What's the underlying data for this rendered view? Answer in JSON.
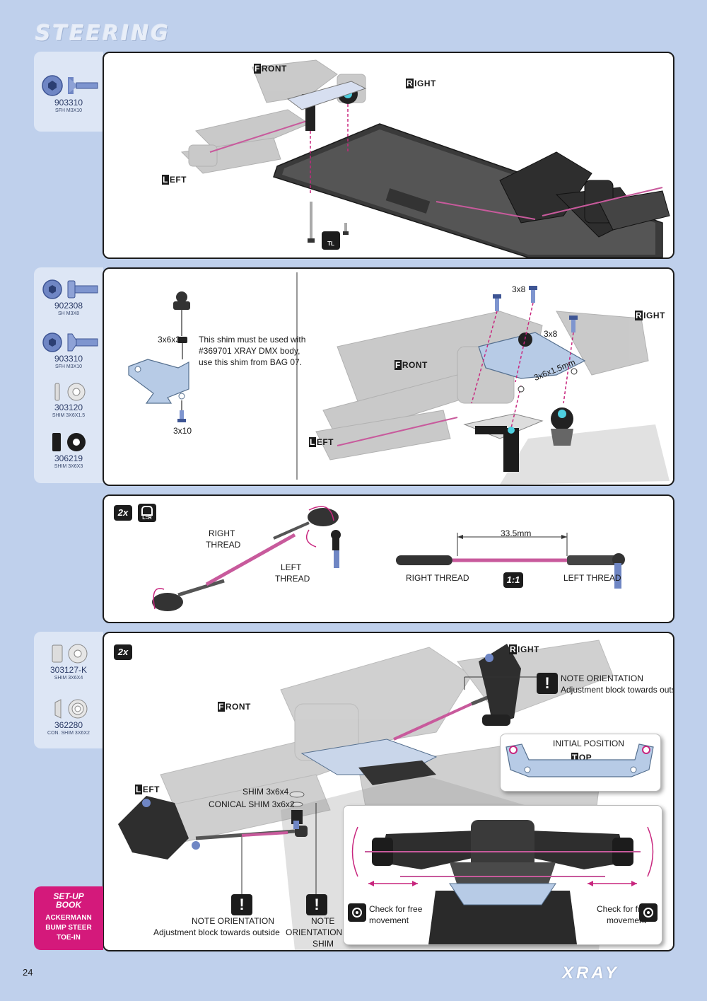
{
  "page": {
    "title": "STEERING",
    "page_number": "24",
    "brand": "XRAY"
  },
  "colors": {
    "background": "#bfd0ec",
    "sidebar": "#dde6f5",
    "accent": "#d4197b",
    "panel_border": "#1c1c1c"
  },
  "parts": {
    "p1": {
      "number": "903310",
      "desc": "SFH M3x10"
    },
    "p2": {
      "number": "902308",
      "desc": "SH M3x8"
    },
    "p3": {
      "number": "903310",
      "desc": "SFH M3x10"
    },
    "p4": {
      "number": "303120",
      "desc": "SHIM 3x6x1.5"
    },
    "p5": {
      "number": "306219",
      "desc": "SHIM 3x6x3"
    },
    "p6": {
      "number": "303127-K",
      "desc": "SHIM 3x6x4"
    },
    "p7": {
      "number": "362280",
      "desc": "CON. SHIM 3x6x2"
    }
  },
  "step1": {
    "front": {
      "cap": "F",
      "rest": "RONT"
    },
    "right": {
      "cap": "R",
      "rest": "IGHT"
    },
    "left": {
      "cap": "L",
      "rest": "EFT"
    },
    "tl_label": "TL"
  },
  "step2": {
    "shim_label": "3x6x3",
    "note_line1": "This shim must be used with",
    "note_line2": "#369701 XRAY DMX body,",
    "note_line3": "use this shim from BAG 07.",
    "screw_bottom": "3x10",
    "screw_a": "3x8",
    "screw_b": "3x8",
    "shim_right": "3x6x1.5mm",
    "front": {
      "cap": "F",
      "rest": "RONT"
    },
    "right": {
      "cap": "R",
      "rest": "IGHT"
    },
    "left": {
      "cap": "L",
      "rest": "EFT"
    }
  },
  "step3": {
    "qty": "2x",
    "lr_label": "L=R",
    "right_thread_1": "RIGHT",
    "right_thread_2": "THREAD",
    "left_thread_1": "LEFT",
    "left_thread_2": "THREAD",
    "length": "33.5mm",
    "right_thread": "RIGHT THREAD",
    "scale": "1:1",
    "left_thread": "LEFT THREAD"
  },
  "step4": {
    "qty": "2x",
    "right": {
      "cap": "R",
      "rest": "IGHT"
    },
    "front": {
      "cap": "F",
      "rest": "RONT"
    },
    "left": {
      "cap": "L",
      "rest": "EFT"
    },
    "note_top_1": "NOTE ORIENTATION",
    "note_top_2": "Adjustment block towards outside",
    "initial_position": "INITIAL POSITION",
    "top": {
      "cap": "T",
      "rest": "OP"
    },
    "shim1": "SHIM 3x6x4",
    "shim2": "CONICAL SHIM 3x6x2",
    "note_bl_1": "NOTE ORIENTATION",
    "note_bl_2": "Adjustment block towards outside",
    "note_shim_1": "NOTE",
    "note_shim_2": "ORIENTATION",
    "note_shim_3": "SHIM",
    "check_l_1": "Check for free",
    "check_l_2": "movement",
    "check_r_1": "Check for free",
    "check_r_2": "movement",
    "warn_mark": "!"
  },
  "setup_book": {
    "heading_1": "SET-UP",
    "heading_2": "BOOK",
    "items": [
      "ACKERMANN",
      "BUMP STEER",
      "TOE-IN"
    ]
  }
}
